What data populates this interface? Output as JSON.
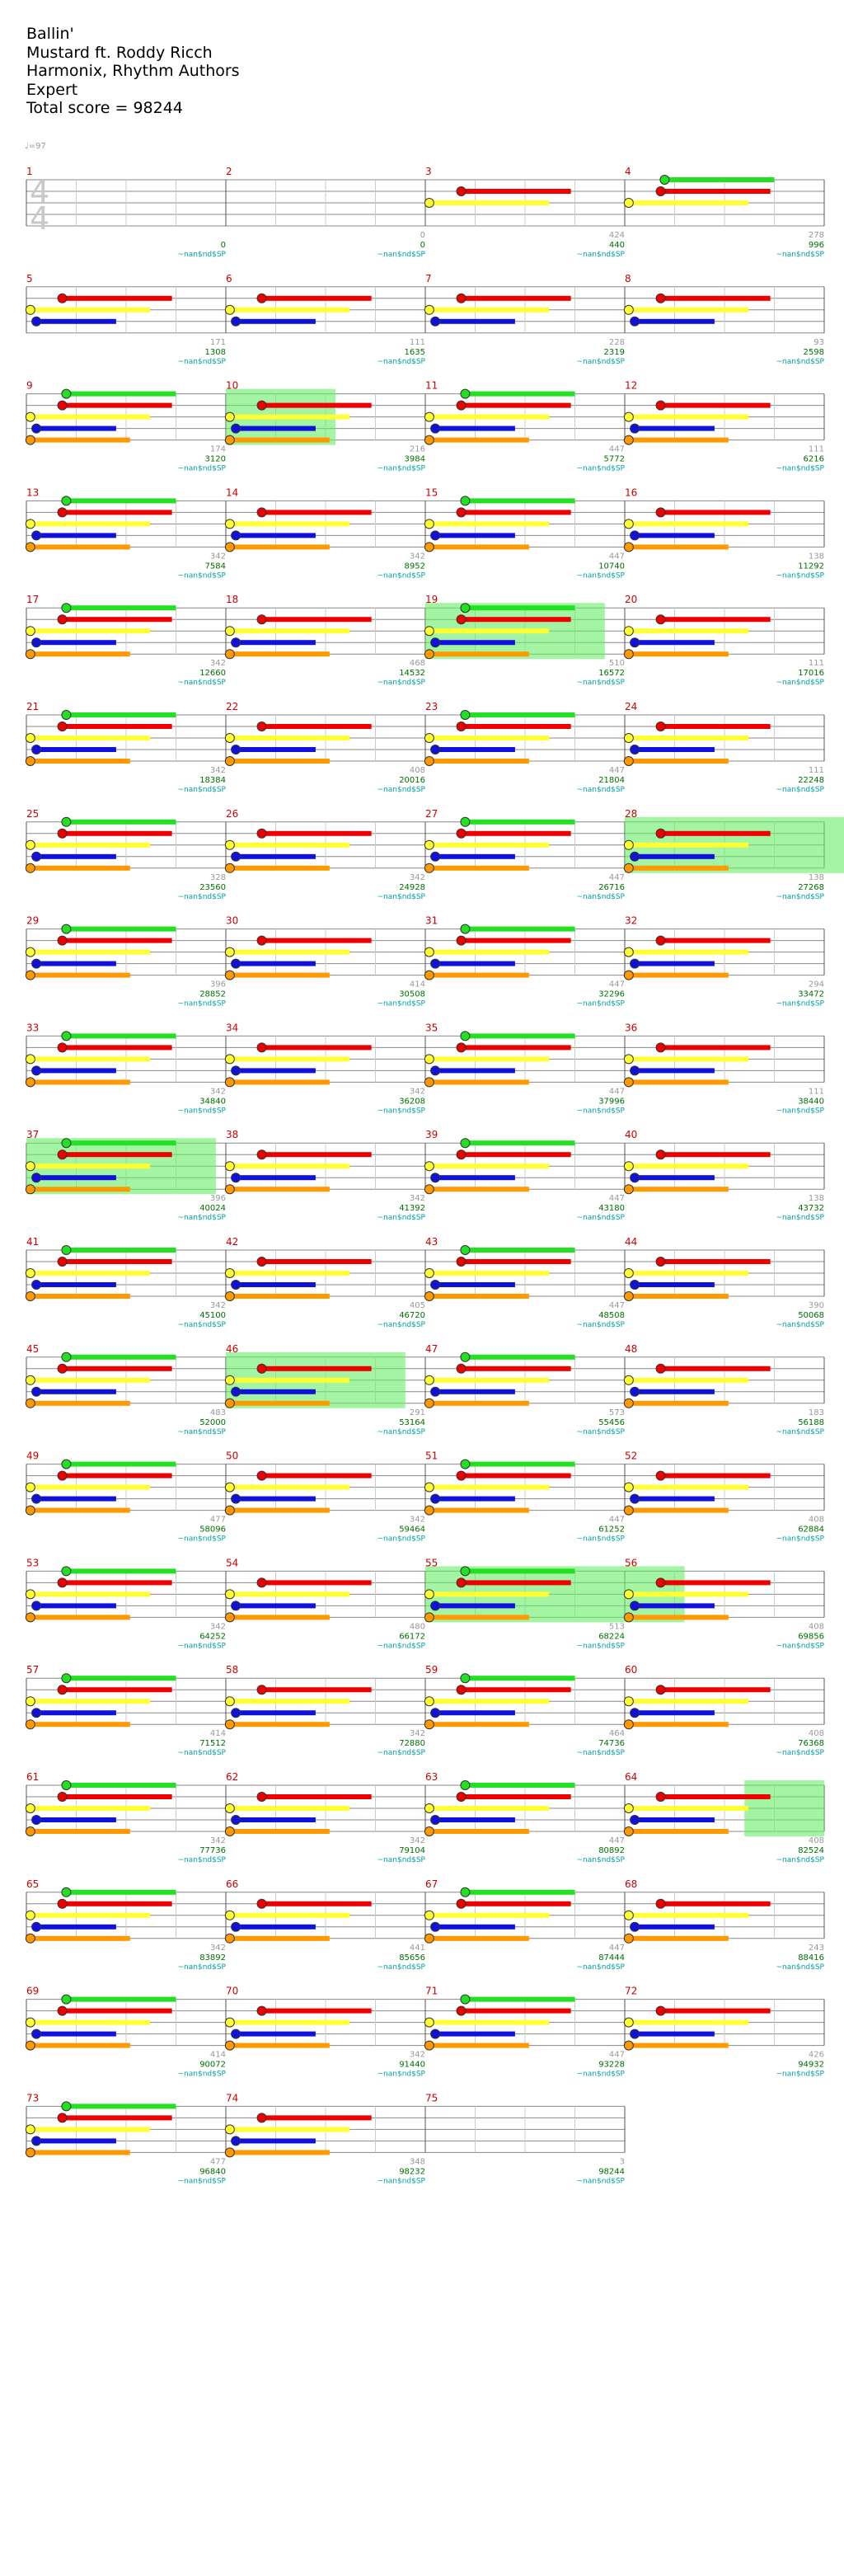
{
  "header": {
    "song": "Ballin'",
    "artist": "Mustard ft. Roddy Ricch",
    "authors": "Harmonix, Rhythm Authors",
    "difficulty": "Expert",
    "total_score": "Total score = 98244"
  },
  "tempo": "♩=97",
  "time_signature": {
    "top": "4",
    "bottom": "4"
  },
  "colors": {
    "green": "#22e022",
    "red": "#ee0000",
    "yellow": "#ffff33",
    "blue": "#1111dd",
    "orange": "#ff9900",
    "overdrive": "#66ee66",
    "staff": "#888888",
    "measure_number": "#cc0000"
  },
  "systems": [
    {
      "measures": [
        1,
        2,
        3,
        4
      ],
      "labels": [
        {
          "a": "",
          "b": "0",
          "c": "~nan$nd$SP"
        },
        {
          "a": "0",
          "b": "0",
          "c": "~nan$nd$SP"
        },
        {
          "a": "424",
          "b": "440",
          "c": "~nan$nd$SP"
        },
        {
          "a": "278",
          "b": "996",
          "c": "~nan$nd$SP"
        }
      ]
    },
    {
      "measures": [
        5,
        6,
        7,
        8
      ],
      "labels": [
        {
          "a": "171",
          "b": "1308",
          "c": "~nan$nd$SP"
        },
        {
          "a": "111",
          "b": "1635",
          "c": "~nan$nd$SP"
        },
        {
          "a": "228",
          "b": "2319",
          "c": "~nan$nd$SP"
        },
        {
          "a": "93",
          "b": "2598",
          "c": "~nan$nd$SP"
        }
      ]
    },
    {
      "measures": [
        9,
        10,
        11,
        12
      ],
      "labels": [
        {
          "a": "174",
          "b": "3120",
          "c": "~nan$nd$SP"
        },
        {
          "a": "216",
          "b": "3984",
          "c": "~nan$nd$SP"
        },
        {
          "a": "447",
          "b": "5772",
          "c": "~nan$nd$SP"
        },
        {
          "a": "111",
          "b": "6216",
          "c": "~nan$nd$SP"
        }
      ]
    },
    {
      "measures": [
        13,
        14,
        15,
        16
      ],
      "labels": [
        {
          "a": "342",
          "b": "7584",
          "c": "~nan$nd$SP"
        },
        {
          "a": "342",
          "b": "8952",
          "c": "~nan$nd$SP"
        },
        {
          "a": "447",
          "b": "10740",
          "c": "~nan$nd$SP"
        },
        {
          "a": "138",
          "b": "11292",
          "c": "~nan$nd$SP"
        }
      ]
    },
    {
      "measures": [
        17,
        18,
        19,
        20
      ],
      "labels": [
        {
          "a": "342",
          "b": "12660",
          "c": "~nan$nd$SP"
        },
        {
          "a": "468",
          "b": "14532",
          "c": "~nan$nd$SP"
        },
        {
          "a": "510",
          "b": "16572",
          "c": "~nan$nd$SP"
        },
        {
          "a": "111",
          "b": "17016",
          "c": "~nan$nd$SP"
        }
      ]
    },
    {
      "measures": [
        21,
        22,
        23,
        24
      ],
      "labels": [
        {
          "a": "342",
          "b": "18384",
          "c": "~nan$nd$SP"
        },
        {
          "a": "408",
          "b": "20016",
          "c": "~nan$nd$SP"
        },
        {
          "a": "447",
          "b": "21804",
          "c": "~nan$nd$SP"
        },
        {
          "a": "111",
          "b": "22248",
          "c": "~nan$nd$SP"
        }
      ]
    },
    {
      "measures": [
        25,
        26,
        27,
        28
      ],
      "labels": [
        {
          "a": "328",
          "b": "23560",
          "c": "~nan$nd$SP"
        },
        {
          "a": "342",
          "b": "24928",
          "c": "~nan$nd$SP"
        },
        {
          "a": "447",
          "b": "26716",
          "c": "~nan$nd$SP"
        },
        {
          "a": "138",
          "b": "27268",
          "c": "~nan$nd$SP"
        }
      ]
    },
    {
      "measures": [
        29,
        30,
        31,
        32
      ],
      "labels": [
        {
          "a": "396",
          "b": "28852",
          "c": "~nan$nd$SP"
        },
        {
          "a": "414",
          "b": "30508",
          "c": "~nan$nd$SP"
        },
        {
          "a": "447",
          "b": "32296",
          "c": "~nan$nd$SP"
        },
        {
          "a": "294",
          "b": "33472",
          "c": "~nan$nd$SP"
        }
      ]
    },
    {
      "measures": [
        33,
        34,
        35,
        36
      ],
      "labels": [
        {
          "a": "342",
          "b": "34840",
          "c": "~nan$nd$SP"
        },
        {
          "a": "342",
          "b": "36208",
          "c": "~nan$nd$SP"
        },
        {
          "a": "447",
          "b": "37996",
          "c": "~nan$nd$SP"
        },
        {
          "a": "111",
          "b": "38440",
          "c": "~nan$nd$SP"
        }
      ]
    },
    {
      "measures": [
        37,
        38,
        39,
        40
      ],
      "labels": [
        {
          "a": "396",
          "b": "40024",
          "c": "~nan$nd$SP"
        },
        {
          "a": "342",
          "b": "41392",
          "c": "~nan$nd$SP"
        },
        {
          "a": "447",
          "b": "43180",
          "c": "~nan$nd$SP"
        },
        {
          "a": "138",
          "b": "43732",
          "c": "~nan$nd$SP"
        }
      ]
    },
    {
      "measures": [
        41,
        42,
        43,
        44
      ],
      "labels": [
        {
          "a": "342",
          "b": "45100",
          "c": "~nan$nd$SP"
        },
        {
          "a": "405",
          "b": "46720",
          "c": "~nan$nd$SP"
        },
        {
          "a": "447",
          "b": "48508",
          "c": "~nan$nd$SP"
        },
        {
          "a": "390",
          "b": "50068",
          "c": "~nan$nd$SP"
        }
      ]
    },
    {
      "measures": [
        45,
        46,
        47,
        48
      ],
      "labels": [
        {
          "a": "483",
          "b": "52000",
          "c": "~nan$nd$SP"
        },
        {
          "a": "291",
          "b": "53164",
          "c": "~nan$nd$SP"
        },
        {
          "a": "573",
          "b": "55456",
          "c": "~nan$nd$SP"
        },
        {
          "a": "183",
          "b": "56188",
          "c": "~nan$nd$SP"
        }
      ]
    },
    {
      "measures": [
        49,
        50,
        51,
        52
      ],
      "labels": [
        {
          "a": "477",
          "b": "58096",
          "c": "~nan$nd$SP"
        },
        {
          "a": "342",
          "b": "59464",
          "c": "~nan$nd$SP"
        },
        {
          "a": "447",
          "b": "61252",
          "c": "~nan$nd$SP"
        },
        {
          "a": "408",
          "b": "62884",
          "c": "~nan$nd$SP"
        }
      ]
    },
    {
      "measures": [
        53,
        54,
        55,
        56
      ],
      "labels": [
        {
          "a": "342",
          "b": "64252",
          "c": "~nan$nd$SP"
        },
        {
          "a": "480",
          "b": "66172",
          "c": "~nan$nd$SP"
        },
        {
          "a": "513",
          "b": "68224",
          "c": "~nan$nd$SP"
        },
        {
          "a": "408",
          "b": "69856",
          "c": "~nan$nd$SP"
        }
      ]
    },
    {
      "measures": [
        57,
        58,
        59,
        60
      ],
      "labels": [
        {
          "a": "414",
          "b": "71512",
          "c": "~nan$nd$SP"
        },
        {
          "a": "342",
          "b": "72880",
          "c": "~nan$nd$SP"
        },
        {
          "a": "464",
          "b": "74736",
          "c": "~nan$nd$SP"
        },
        {
          "a": "408",
          "b": "76368",
          "c": "~nan$nd$SP"
        }
      ]
    },
    {
      "measures": [
        61,
        62,
        63,
        64
      ],
      "labels": [
        {
          "a": "342",
          "b": "77736",
          "c": "~nan$nd$SP"
        },
        {
          "a": "342",
          "b": "79104",
          "c": "~nan$nd$SP"
        },
        {
          "a": "447",
          "b": "80892",
          "c": "~nan$nd$SP"
        },
        {
          "a": "408",
          "b": "82524",
          "c": "~nan$nd$SP"
        }
      ]
    },
    {
      "measures": [
        65,
        66,
        67,
        68
      ],
      "labels": [
        {
          "a": "342",
          "b": "83892",
          "c": "~nan$nd$SP"
        },
        {
          "a": "441",
          "b": "85656",
          "c": "~nan$nd$SP"
        },
        {
          "a": "447",
          "b": "87444",
          "c": "~nan$nd$SP"
        },
        {
          "a": "243",
          "b": "88416",
          "c": "~nan$nd$SP"
        }
      ]
    },
    {
      "measures": [
        69,
        70,
        71,
        72
      ],
      "labels": [
        {
          "a": "414",
          "b": "90072",
          "c": "~nan$nd$SP"
        },
        {
          "a": "342",
          "b": "91440",
          "c": "~nan$nd$SP"
        },
        {
          "a": "447",
          "b": "93228",
          "c": "~nan$nd$SP"
        },
        {
          "a": "426",
          "b": "94932",
          "c": "~nan$nd$SP"
        }
      ]
    },
    {
      "measures": [
        73,
        74,
        75
      ],
      "labels": [
        {
          "a": "477",
          "b": "96840",
          "c": "~nan$nd$SP"
        },
        {
          "a": "348",
          "b": "98232",
          "c": "~nan$nd$SP"
        },
        {
          "a": "3",
          "b": "98244",
          "c": "~nan$nd$SP"
        }
      ]
    }
  ]
}
